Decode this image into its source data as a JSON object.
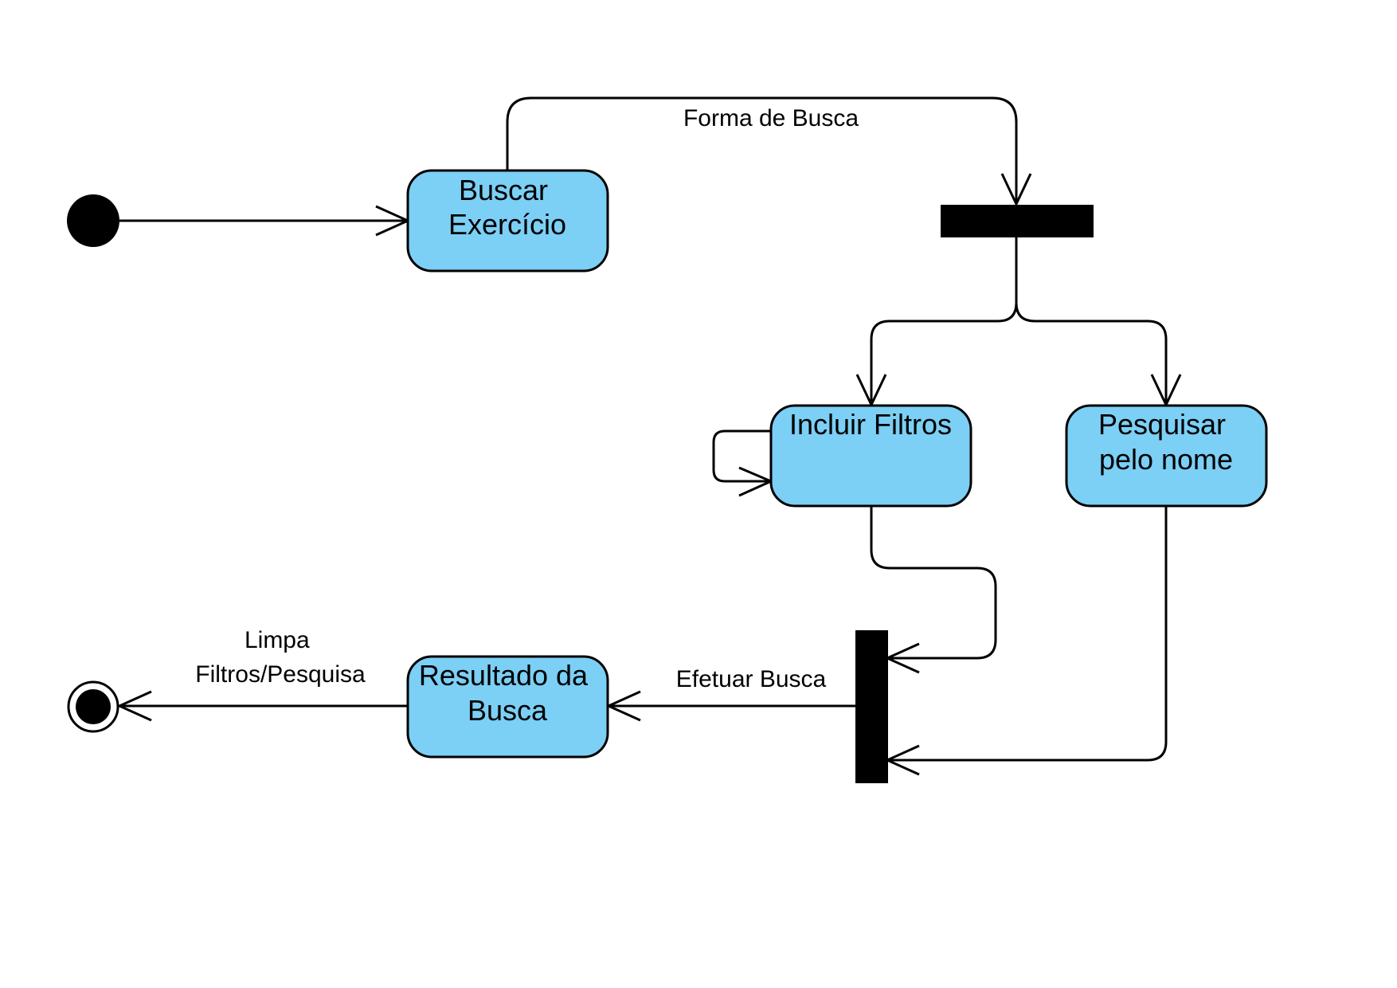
{
  "nodes": {
    "buscar_exercicio": [
      "Buscar",
      "Exercício"
    ],
    "incluir_filtros": [
      "Incluir Filtros"
    ],
    "pesquisar_nome": [
      "Pesquisar",
      "pelo nome"
    ],
    "resultado_busca": [
      "Resultado da",
      "Busca"
    ]
  },
  "edges": {
    "forma_de_busca": "Forma de Busca",
    "efetuar_busca": "Efetuar Busca",
    "limpa_filtros": [
      "Limpa",
      "Filtros/Pesquisa"
    ]
  },
  "colors": {
    "action_fill": "#7ccff5",
    "stroke": "#000000"
  }
}
